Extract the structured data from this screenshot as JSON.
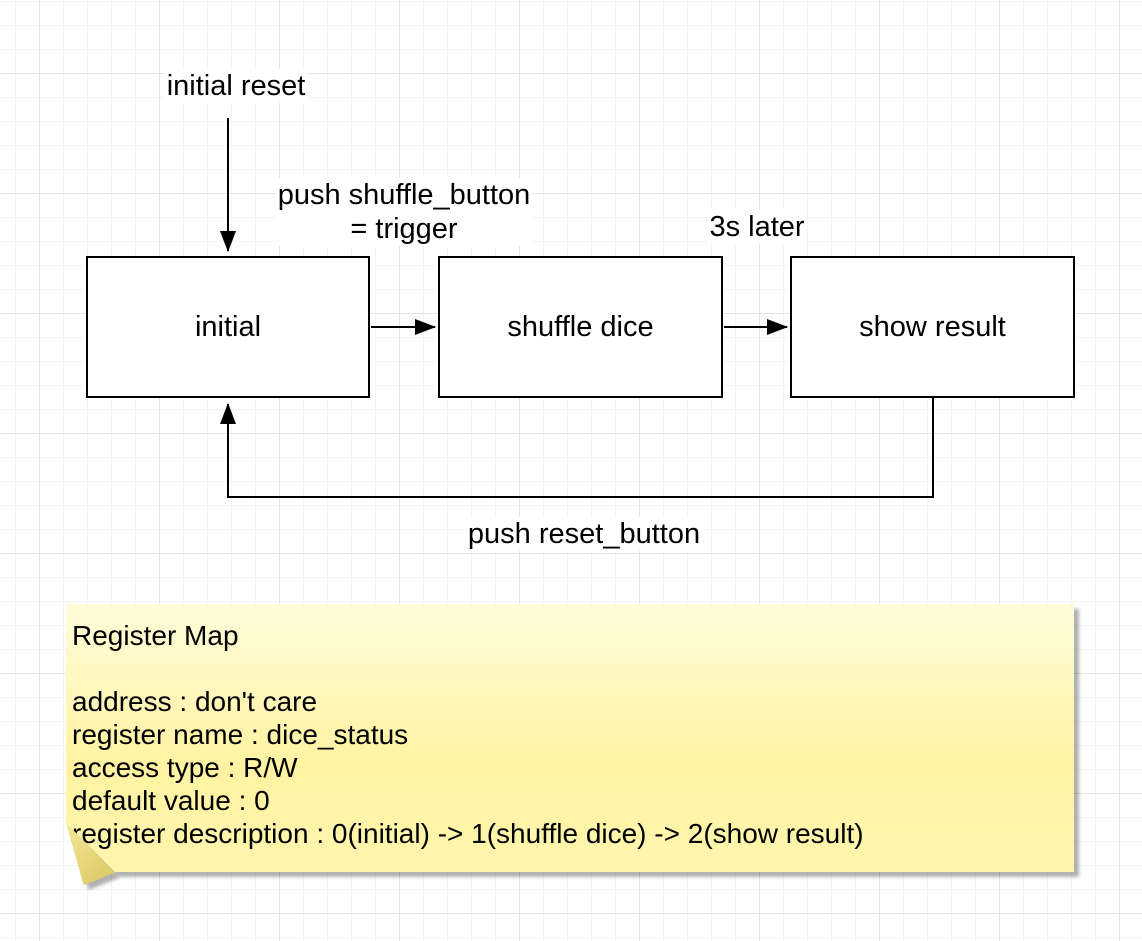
{
  "canvas": {
    "background": "#ffffff",
    "grid_minor_color": "#f4f4f4",
    "grid_major_color": "#e4e4e4",
    "stroke_color": "#000000"
  },
  "diagram": {
    "states": [
      {
        "label": "initial"
      },
      {
        "label": "shuffle dice"
      },
      {
        "label": "show result"
      }
    ],
    "transitions": [
      {
        "label": "initial reset"
      },
      {
        "label_line1": "push shuffle_button",
        "label_line2": "= trigger"
      },
      {
        "label": "3s later"
      },
      {
        "label": "push reset_button"
      }
    ]
  },
  "note": {
    "colors": {
      "fill_top": "#fffcda",
      "fill": "#fff3a2",
      "fold": "#dfcd6c",
      "shadow": "#b3b3b3"
    },
    "lines": [
      "Register Map",
      "",
      "address : don't care",
      "register name : dice_status",
      "access type : R/W",
      "default value : 0",
      "register description : 0(initial) -> 1(shuffle dice) -> 2(show result)"
    ]
  }
}
